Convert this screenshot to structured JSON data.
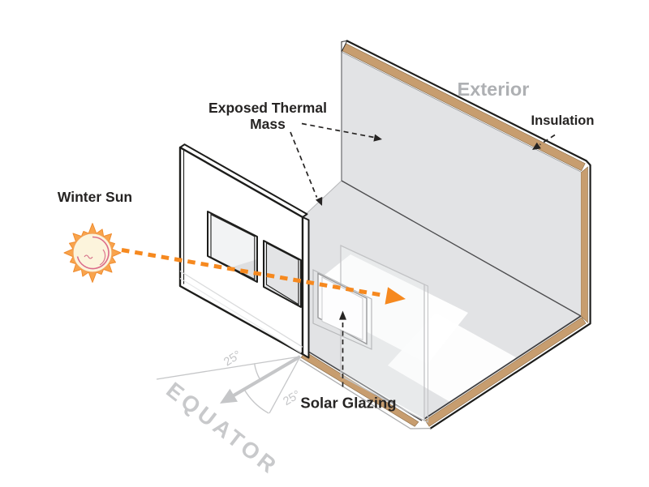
{
  "diagram": {
    "type": "passive-solar-design-isometric-section",
    "labels": {
      "winter_sun": "Winter Sun",
      "exposed_thermal_mass": [
        "Exposed Thermal",
        "Mass"
      ],
      "exterior": "Exterior",
      "insulation": "Insulation",
      "solar_glazing": "Solar Glazing",
      "equator": "EQUATOR",
      "sun_angle_upper": "25°",
      "sun_angle_lower": "25°"
    },
    "icons": {
      "sun_icon": "spiky-sun"
    },
    "colors": {
      "outline": "#1D1D1B",
      "wall_gray": "#E2E3E5",
      "insulation_tan": "#C79D6F",
      "sun_ray_orange": "#F6891F",
      "label_black": "#262423",
      "exterior_gray": "#AEB0B3",
      "compass_gray": "#C5C6C8",
      "equator_gray": "#C8C9CB",
      "sun_spike_orange": "#F9A44C",
      "sun_core_cream": "#FCF4DC",
      "sun_ring_pink": "#D5527B"
    }
  }
}
